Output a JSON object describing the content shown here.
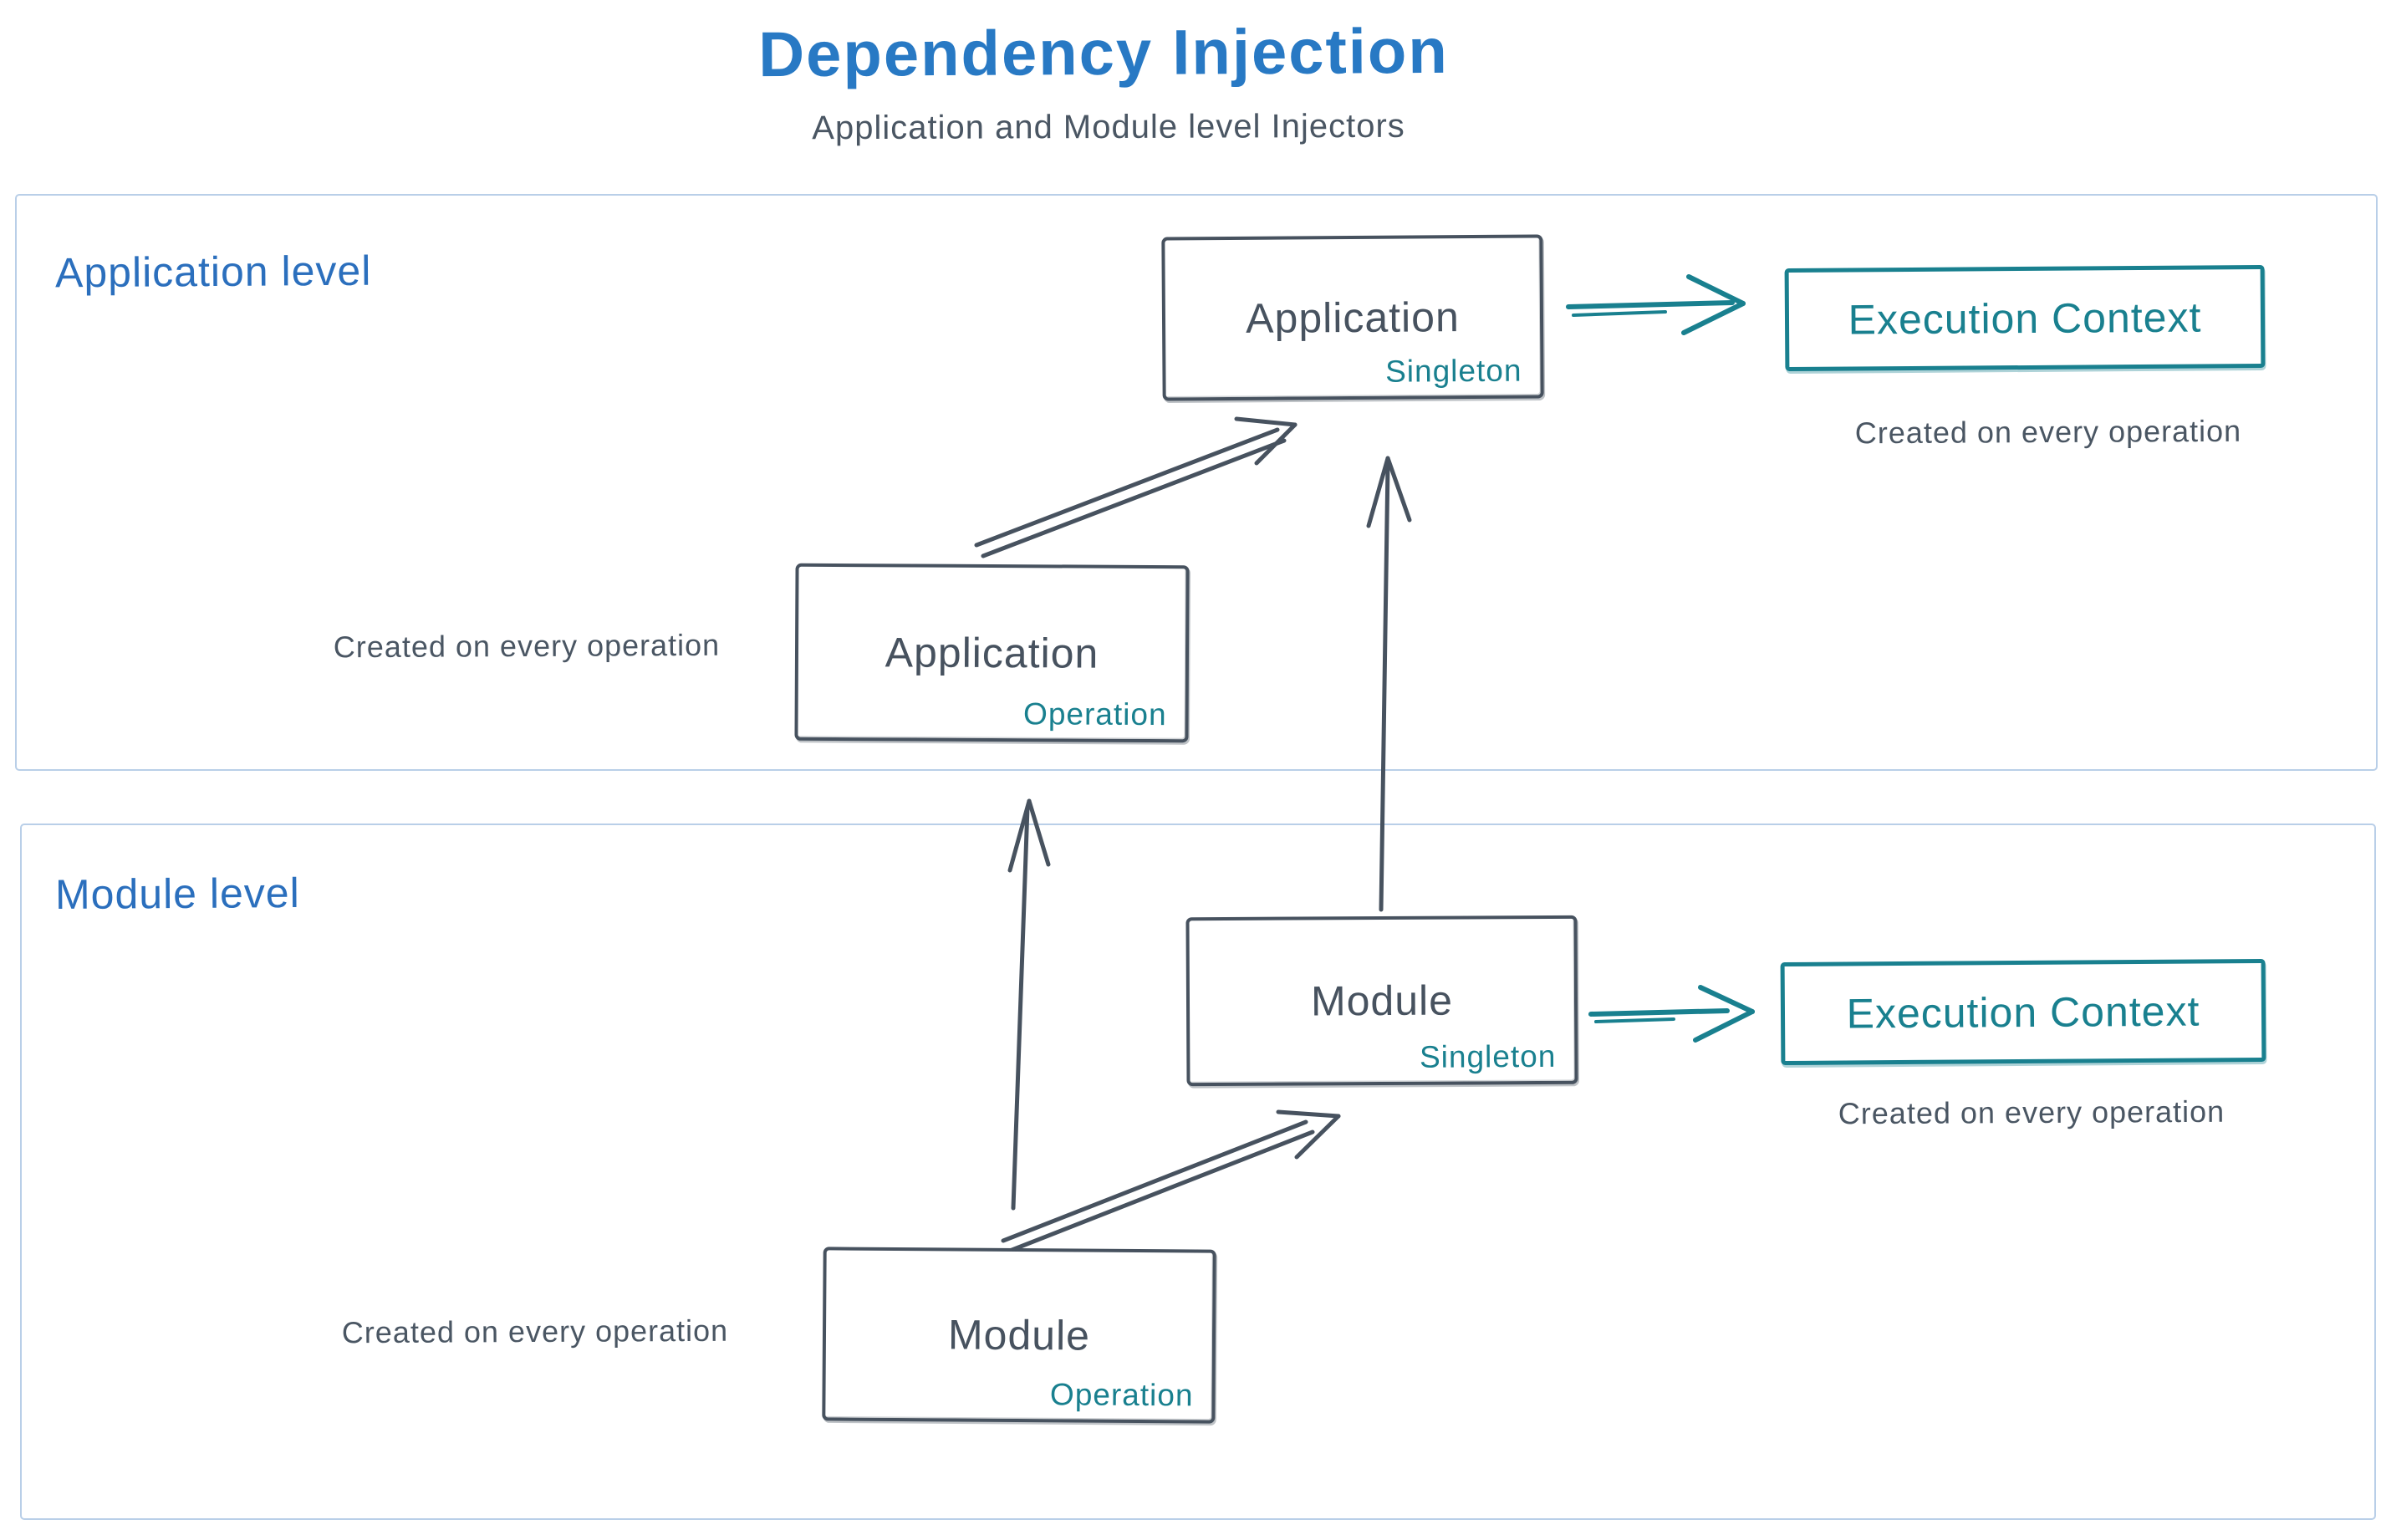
{
  "header": {
    "title": "Dependency Injection",
    "subtitle": "Application and Module level Injectors"
  },
  "colors": {
    "title_blue": "#2879c4",
    "section_label_blue": "#2b6fbd",
    "ink": "#47525f",
    "teal": "#19808f",
    "frame_border": "#b9cfe8"
  },
  "sections": {
    "application": {
      "label": "Application level"
    },
    "module": {
      "label": "Module level"
    }
  },
  "nodes": {
    "app_singleton": {
      "title": "Application",
      "scope": "Singleton"
    },
    "app_operation": {
      "title": "Application",
      "scope": "Operation"
    },
    "module_singleton": {
      "title": "Module",
      "scope": "Singleton"
    },
    "module_operation": {
      "title": "Module",
      "scope": "Operation"
    },
    "ec_app": {
      "title": "Execution Context"
    },
    "ec_module": {
      "title": "Execution Context"
    }
  },
  "captions": {
    "ec_app": "Created on every operation",
    "app_operation": "Created on every operation",
    "ec_module": "Created on every operation",
    "module_operation": "Created on every operation"
  }
}
